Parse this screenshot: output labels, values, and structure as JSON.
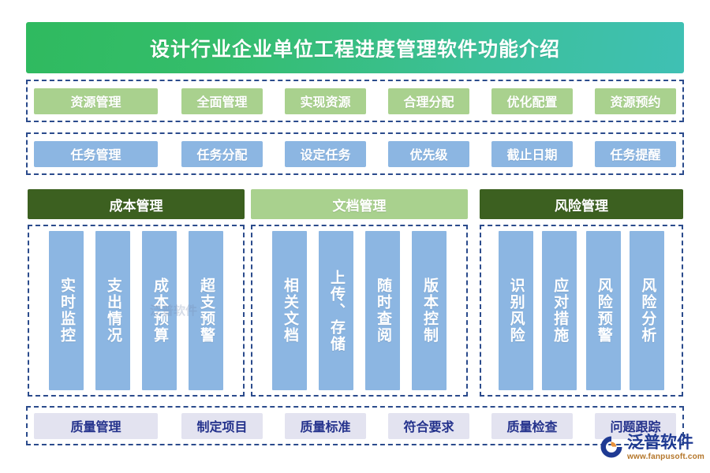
{
  "header": {
    "title": "设计行业企业单位工程进度管理软件功能介绍",
    "gradient_from": "#2FBA5F",
    "gradient_to": "#3FC0B4"
  },
  "rows": {
    "resource": {
      "group_label": "资源管理行",
      "color": "#A9D18E",
      "items": [
        {
          "label": "资源管理"
        },
        {
          "label": "全面管理"
        },
        {
          "label": "实现资源"
        },
        {
          "label": "合理分配"
        },
        {
          "label": "优化配置"
        },
        {
          "label": "资源预约"
        }
      ]
    },
    "task": {
      "group_label": "任务管理行",
      "color": "#8CB6E2",
      "items": [
        {
          "label": "任务管理"
        },
        {
          "label": "任务分配"
        },
        {
          "label": "设定任务"
        },
        {
          "label": "优先级"
        },
        {
          "label": "截止日期"
        },
        {
          "label": "任务提醒"
        }
      ]
    },
    "quality": {
      "group_label": "质量管理行",
      "color": "#E3E3F0",
      "text_color": "#24328C",
      "items": [
        {
          "label": "质量管理"
        },
        {
          "label": "制定项目"
        },
        {
          "label": "质量标准"
        },
        {
          "label": "符合要求"
        },
        {
          "label": "质量检查"
        },
        {
          "label": "问题跟踪"
        }
      ]
    }
  },
  "columns": [
    {
      "header": "成本管理",
      "header_style": "dark",
      "header_color": "#3C6020",
      "items": [
        {
          "label": "实时监控"
        },
        {
          "label": "支出情况"
        },
        {
          "label": "成本预算"
        },
        {
          "label": "超支预警"
        }
      ]
    },
    {
      "header": "文档管理",
      "header_style": "light",
      "header_color": "#A9D18E",
      "items": [
        {
          "label": "相关文档"
        },
        {
          "label": "上传、存储"
        },
        {
          "label": "随时查阅"
        },
        {
          "label": "版本控制"
        }
      ]
    },
    {
      "header": "风险管理",
      "header_style": "dark",
      "header_color": "#3C6020",
      "items": [
        {
          "label": "识别风险"
        },
        {
          "label": "应对措施"
        },
        {
          "label": "风险预警"
        },
        {
          "label": "风险分析"
        }
      ]
    }
  ],
  "watermark": {
    "faint_text": "泛普软件"
  },
  "logo": {
    "name": "泛普软件",
    "url": "www.fanpusoft.com",
    "mark_primary": "#1F3A93",
    "mark_accent": "#E8913A"
  }
}
